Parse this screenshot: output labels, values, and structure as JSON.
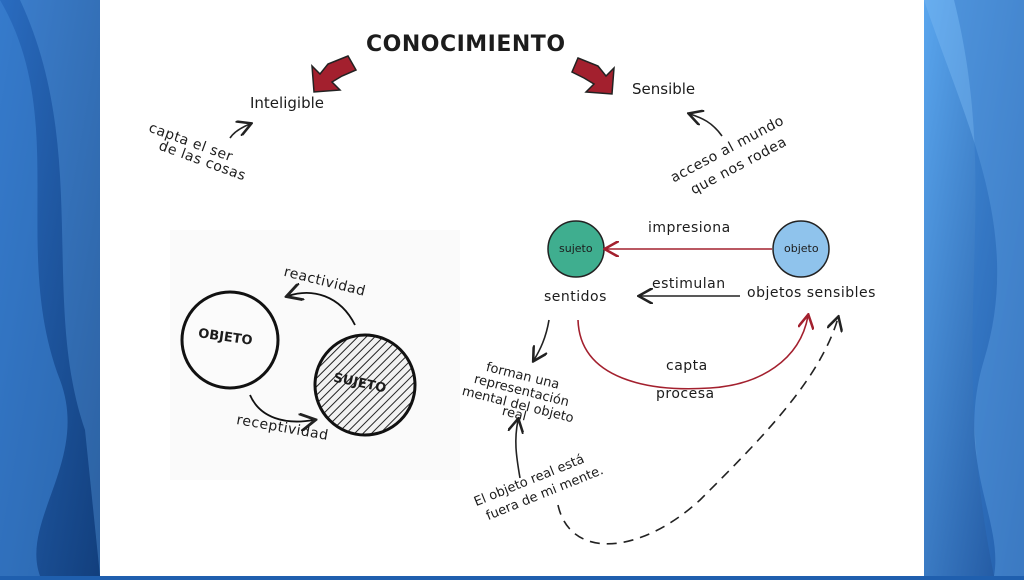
{
  "title": "CONOCIMIENTO",
  "branches": {
    "left": "Inteligible",
    "right": "Sensible"
  },
  "notes": {
    "inteligible_line1": "capta el ser",
    "inteligible_line2": "de las cosas",
    "sensible_line1": "acceso al mundo",
    "sensible_line2": "que nos rodea"
  },
  "cycle": {
    "objeto": "OBJETO",
    "sujeto": "SUJETO",
    "reactividad": "reactividad",
    "receptividad": "receptividad"
  },
  "flow": {
    "sujeto": "sujeto",
    "objeto": "objeto",
    "impresiona": "impresiona",
    "estimulan": "estimulan",
    "sentidos": "sentidos",
    "objetos_sensibles": "objetos sensibles",
    "capta": "capta",
    "procesa": "procesa",
    "representacion": [
      "forman una",
      "representación",
      "mental del objeto",
      "real"
    ],
    "objeto_real": [
      "El objeto real está",
      "fuera de mi mente."
    ]
  },
  "colors": {
    "arrow_red": "#a3202e",
    "sujeto_fill": "#3fae8f",
    "objeto_fill": "#8fc3ec",
    "bg_blue": "#1f5fae"
  }
}
